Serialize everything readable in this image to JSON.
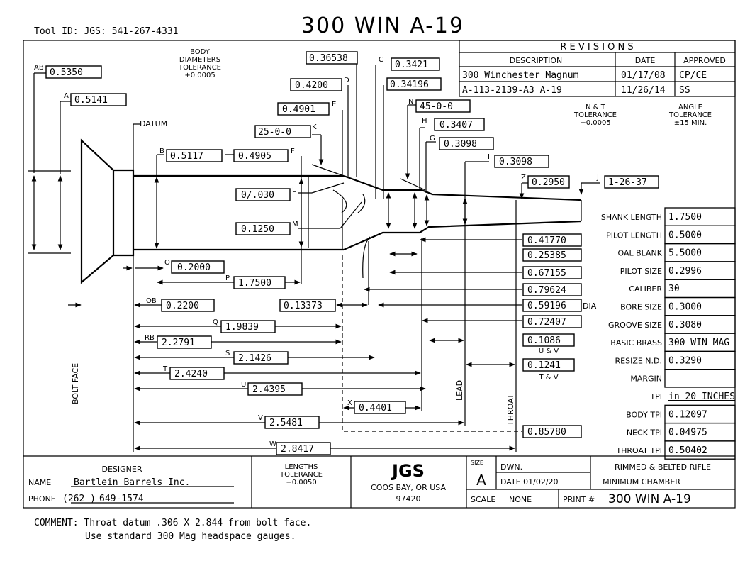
{
  "header": {
    "tool_id": "Tool ID: JGS: 541-267-4331",
    "title": "300 WIN A-19"
  },
  "revisions": {
    "heading": "R E V I S I O N S",
    "columns": [
      "DESCRIPTION",
      "DATE",
      "APPROVED"
    ],
    "rows": [
      [
        "300 Winchester Magnum",
        "01/17/08",
        "CP/CE"
      ],
      [
        "A-113-2139-A3  A-19",
        "11/26/14",
        "SS"
      ]
    ]
  },
  "notes": {
    "body_diam_tol": [
      "BODY",
      "DIAMETERS",
      "TOLERANCE",
      "+0.0005"
    ],
    "nt_tol": [
      "N & T",
      "TOLERANCE",
      "+0.0005"
    ],
    "angle_tol": [
      "ANGLE",
      "TOLERANCE",
      "±15 MIN."
    ],
    "datum": "DATUM",
    "bolt_face": "BOLT FACE",
    "lead": "LEAD",
    "throat": "THROAT",
    "dia": "DIA",
    "uv": "U & V",
    "tv": "T & V"
  },
  "dims": {
    "AB": {
      "letter": "AB",
      "value": "0.5350"
    },
    "A": {
      "letter": "A",
      "value": "0.5141"
    },
    "B": {
      "letter": "B",
      "value": "0.5117"
    },
    "C": {
      "letter": "C",
      "value": "0.3421"
    },
    "C2": {
      "value": "0.36538"
    },
    "D": {
      "letter": "D",
      "value": "0.4200"
    },
    "D2": {
      "value": "0.34196"
    },
    "E": {
      "letter": "E",
      "value": "0.4901"
    },
    "F": {
      "letter": "F",
      "value": "0.4905"
    },
    "G": {
      "letter": "G",
      "value": "0.3098"
    },
    "H": {
      "letter": "H",
      "value": "0.3407"
    },
    "I": {
      "letter": "I",
      "value": "0.3098"
    },
    "J": {
      "letter": "J",
      "value": "1-26-37"
    },
    "K": {
      "letter": "K",
      "value": "25-0-0"
    },
    "L": {
      "letter": "L",
      "value": "0/.030"
    },
    "M": {
      "letter": "M",
      "value": "0.1250"
    },
    "N": {
      "letter": "N",
      "value": "45-0-0"
    },
    "Z": {
      "letter": "Z",
      "value": "0.2950"
    },
    "O": {
      "letter": "O",
      "value": "0.2000"
    },
    "P": {
      "letter": "P",
      "value": "1.7500"
    },
    "OB": {
      "letter": "OB",
      "value": "0.2200"
    },
    "OB2": {
      "value": "0.13373"
    },
    "Q": {
      "letter": "Q",
      "value": "1.9839"
    },
    "RB": {
      "letter": "RB",
      "value": "2.2791"
    },
    "S": {
      "letter": "S",
      "value": "2.1426"
    },
    "T": {
      "letter": "T",
      "value": "2.4240"
    },
    "U": {
      "letter": "U",
      "value": "2.4395"
    },
    "X": {
      "letter": "X",
      "value": "0.4401"
    },
    "V": {
      "letter": "V",
      "value": "2.5481"
    },
    "W": {
      "letter": "W",
      "value": "2.8417"
    },
    "r1": {
      "value": "0.41770"
    },
    "r2": {
      "value": "0.25385"
    },
    "r3": {
      "value": "0.67155"
    },
    "r4": {
      "value": "0.79624"
    },
    "r5": {
      "value": "0.59196"
    },
    "r6": {
      "value": "0.72407"
    },
    "r7": {
      "value": "0.1086"
    },
    "r8": {
      "value": "0.1241"
    },
    "r9": {
      "value": "0.85780"
    }
  },
  "specs": [
    {
      "label": "SHANK LENGTH",
      "value": "1.7500"
    },
    {
      "label": "PILOT LENGTH",
      "value": "0.5000"
    },
    {
      "label": "OAL BLANK",
      "value": "5.5000"
    },
    {
      "label": "PILOT SIZE",
      "value": "0.2996"
    },
    {
      "label": "CALIBER",
      "value": "30"
    },
    {
      "label": "BORE SIZE",
      "value": "0.3000"
    },
    {
      "label": "GROOVE SIZE",
      "value": "0.3080"
    },
    {
      "label": "BASIC BRASS",
      "value": "300 WIN MAG"
    },
    {
      "label": "RESIZE N.D.",
      "value": "0.3290"
    },
    {
      "label": "MARGIN",
      "value": ""
    },
    {
      "label": "TPI",
      "value": "in 20 INCHES"
    },
    {
      "label": "BODY TPI",
      "value": "0.12097"
    },
    {
      "label": "NECK TPI",
      "value": "0.04975"
    },
    {
      "label": "THROAT TPI",
      "value": "0.50402"
    }
  ],
  "titleblock": {
    "designer_heading": "DESIGNER",
    "name_label": "NAME",
    "name_value": "Bartlein Barrels Inc.",
    "phone_label": "PHONE",
    "phone_area": "(262 )",
    "phone_value": "649-1574",
    "lengths_tol": [
      "LENGTHS",
      "TOLERANCE",
      "+0.0050"
    ],
    "company": "JGS",
    "city": "COOS BAY, OR USA",
    "zip": "97420",
    "size_label": "SIZE",
    "size_value": "A",
    "dwn_label": "DWN.",
    "date_label": "DATE 01/02/20",
    "scale_label": "SCALE",
    "scale_value": "NONE",
    "print_label": "PRINT #",
    "print_value": "300 WIN A-19",
    "type_1": "RIMMED & BELTED RIFLE",
    "type_2": "MINIMUM CHAMBER"
  },
  "comment": {
    "line1": "COMMENT: Throat datum .306 X 2.844 from bolt face.",
    "line2": "Use standard 300 Mag headspace gauges."
  }
}
